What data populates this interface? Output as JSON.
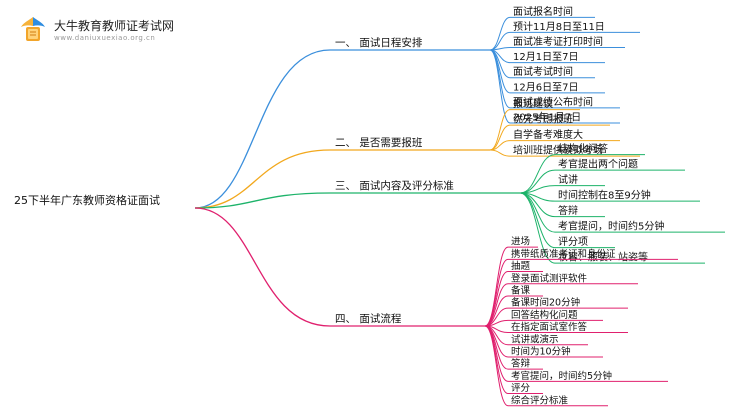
{
  "logo": {
    "title": "大牛教育教师证考试网",
    "url": "www.daniuxuexiao.org.cn"
  },
  "root": "25下半年广东教师资格证面试",
  "branches": [
    {
      "label": "一、 面试日程安排",
      "color": "#3b8fdc",
      "items": [
        "面试报名时间",
        "预计11月8日至11日",
        "面试准考证打印时间",
        "12月1日至7日",
        "面试考试时间",
        "12月6日至7日",
        "面试成绩公布时间",
        "2025年1月7日"
      ]
    },
    {
      "label": "二、 是否需要报班",
      "color": "#f2a81d",
      "items": [
        "报班建议",
        "优先考虑报班",
        "自学备考难度大",
        "培训班提供模拟考场"
      ]
    },
    {
      "label": "三、 面试内容及评分标准",
      "color": "#1db36a",
      "items": [
        "结构化问答",
        "考官提出两个问题",
        "试讲",
        "时间控制在8至9分钟",
        "答辩",
        "考官提问，时间约5分钟",
        "评分项",
        "妆容、服装、站姿等"
      ]
    },
    {
      "label": "四、 面试流程",
      "color": "#e0206e",
      "items": [
        "进场",
        "携带纸质准考证和身份证",
        "抽题",
        "登录面试测评软件",
        "备课",
        "备课时间20分钟",
        "回答结构化问题",
        "在指定面试室作答",
        "试讲或演示",
        "时间为10分钟",
        "答辩",
        "考官提问，时间约5分钟",
        "评分",
        "综合评分标准"
      ]
    }
  ]
}
